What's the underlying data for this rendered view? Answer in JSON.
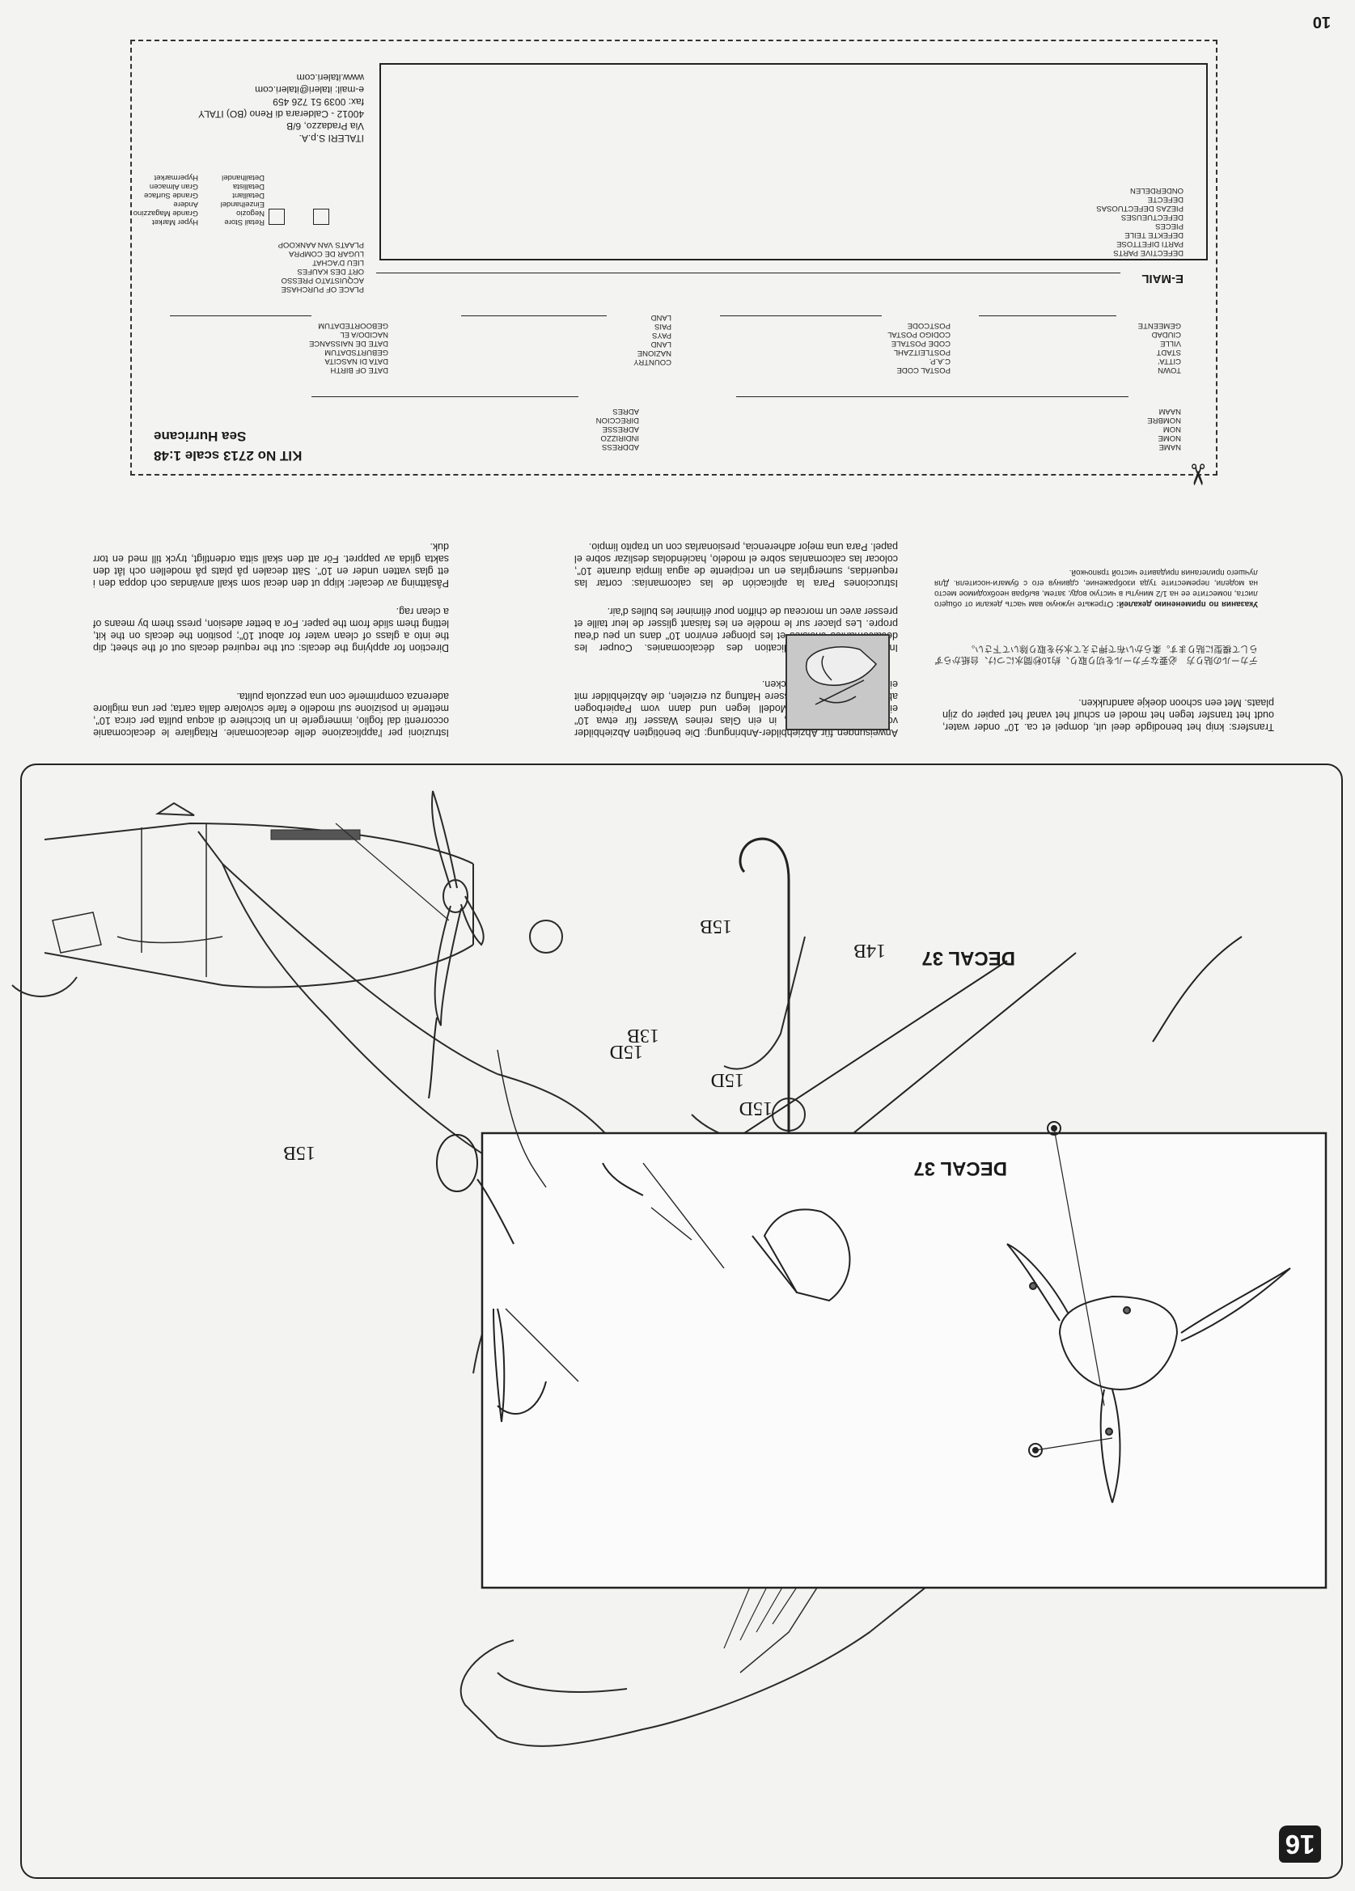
{
  "page": {
    "number": "10",
    "step": "16"
  },
  "step16": {
    "callouts": {
      "main_propeller_hook": "15B",
      "side_propeller": "15B",
      "decal_a": "DECAL 37",
      "decal_b": "DECAL 37",
      "spinner": "14B",
      "blade_a": "15D",
      "blade_b": "15D",
      "blade_c": "15D",
      "hub": "13B"
    }
  },
  "instructions": {
    "it": "Istruzioni per l'applicazione delle decalcomanie. Ritagliare le decalcomanie occorrenti dal foglio, immergerle in un bicchiere di acqua pulita per circa 10\", metterle in posizione sul modello e farle scivolare dalla carta; per una migliore aderenza comprimerle con una pezzuola pulita.",
    "en": "Direction for applying the decals: cut the required decals out of the sheet; dip the into a glass of clean water for about 10\"; position the decals on the kit, letting them slide from the paper. For a better adesion, press them by means of a clean rag.",
    "sv": "Påsättning av decaler: klipp ut den decal som skall användas och doppa den i ett glas vatten under en 10\". Sätt decalen på plats på modellen och låt den sakta glida av pappret. För att den skall sitta ordentligt, tryck till med en torr duk.",
    "de": "Anweisungen für Abziehbilder-Anbringung: Die benötigten Abziehbilder vom Blatt abschneiden, in ein Glas reines Wasser für etwa 10\" eintauchen, auf das Modell legen und dann vom Papierbogen abnehmen. Um eine bessere Haftung zu erzielen, die Abziehbilder mit einem reinen Tuch andrücken.",
    "fr": "Instruction pour l'application des décalcomanies. Couper les décalcomanies choisies et les plonger environ 10\" dans un peu d'eau propre. Les placer sur le modèle en les faisant glisser de leur taille et presser avec un morceau de chiffon pour éliminer les bulles d'air.",
    "es": "Istrucciones Para la aplicación de las calcomanías: cortar las requeridas, sumergirlas en un recipiente de agua limpia durante 10\", colocar las calcomanías sobre el modelo, haciéndolas deslizar sobre el papel. Para una mejor adherencia, presionarlas con un trapito limpio.",
    "nl": "Transfers: knip het benodigde deel uit, dompel et ca. 10\" onder water, oudt het transfer tegen het model en schuif het vanaf het papier op zijn plaats. Met een schoon doekje aandrukken.",
    "ru_title": "Указания по применению декалей:",
    "ru": "Отрежьте нужную вам часть декали от общего листа, поместите ее на 1/2 минуты в чистую воду, затем, выбрав необходимое место на модели, переместите туда изображение, сдвинув его с бумаги-носителя. Для лучшего прилегания придавите чистой тряпочкой.",
    "ja": "デカールの貼り方　必要なデカールを切り取り、約10秒間水につけ、台紙からずらして模型に貼ります。柔らかい布で押さえて水分を取り除いて下さい。"
  },
  "form": {
    "kit": "KIT No 2713 scale 1:48",
    "model": "Sea Hurricane",
    "name_labels": [
      "NAME",
      "NOME",
      "NOM",
      "NOMBRE",
      "NAAM"
    ],
    "address_labels": [
      "ADDRESS",
      "INDIRIZZO",
      "ADRESSE",
      "DIRECCION",
      "ADRES"
    ],
    "town_labels": [
      "TOWN",
      "CITTA'",
      "STADT",
      "VILLE",
      "CIUDAD",
      "GEMEENTE"
    ],
    "postal_labels": [
      "POSTAL CODE",
      "C.A.P.",
      "POSTLEITZAHL",
      "CODE POSTALE",
      "CODIGO POSTAL",
      "POSTCODE"
    ],
    "country_labels": [
      "COUNTRY",
      "NAZIONE",
      "LAND",
      "PAYS",
      "PAIS",
      "LAND"
    ],
    "birth_labels": [
      "DATE OF BIRTH",
      "DATA DI NASCITA",
      "GEBURTSDATUM",
      "DATE DE NAISSANCE",
      "NACIDO/A EL",
      "GEBOORTEDATUM"
    ],
    "email_label": "E-MAIL",
    "defective_labels": [
      "DEFECTIVE PARTS",
      "PARTI DIFETTOSE",
      "DEFEKTE TEILE",
      "PIECES DEFECTUEUSES",
      "PIEZAS DEFECTUOSAS",
      "DEFECTE ONDERDELEN"
    ],
    "purchase_labels": [
      "PLACE OF PURCHASE",
      "ACQUISTATO PRESSO",
      "ORT DES KAUFES",
      "LIEU D'ACHAT",
      "LUGAR DE COMPRA",
      "PLAATS VAN AANKOOP"
    ],
    "store_retail": [
      "Retail Store",
      "Negozio",
      "Einzelhandel",
      "Detaillant",
      "Detallista",
      "Detailhandel"
    ],
    "store_hyper": [
      "Hyper Market",
      "Grande Magazzino",
      "Andere",
      "Grande Surface",
      "Gran Almacen",
      "Hypermarket"
    ],
    "company": [
      "ITALERI S.p.A.",
      "Via Pradazzo, 6/B",
      "40012 - Calderara di Reno (BO) ITALY",
      "fax: 0039 51 726 459",
      "e-mail: italeri@italeri.com",
      "www.italeri.com"
    ]
  }
}
